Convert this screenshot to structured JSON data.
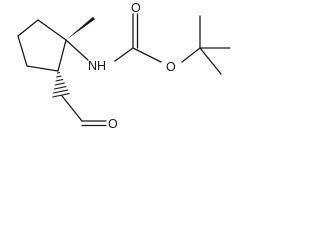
{
  "structure": {
    "atoms": {
      "nitrogen": "NH",
      "carbamate_ether_oxygen": "O",
      "carbamate_carbonyl_oxygen": "O",
      "aldehyde_oxygen": "O"
    }
  },
  "colors": {
    "ink": "#1a1a1a",
    "background": "#ffffff"
  }
}
